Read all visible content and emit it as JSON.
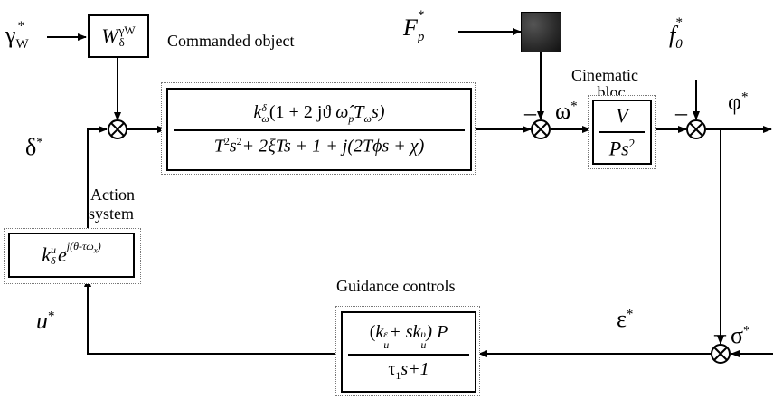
{
  "signals": {
    "gamma_w": "γ",
    "gamma_w_sub": "W",
    "star": "*",
    "delta": "δ",
    "fp": "F",
    "fp_sub": "p",
    "f0": "f",
    "f0_sub": "0",
    "omega": "ω",
    "phi": "φ",
    "sigma": "σ",
    "epsilon": "ε",
    "u": "u",
    "minus": "–"
  },
  "blocks": {
    "w_delta": {
      "base": "W",
      "sub": "δ",
      "sup": "γW"
    },
    "commanded_object": {
      "caption": "Commanded object",
      "numerator": "k",
      "num_sub": "ω",
      "num_sup": "δ",
      "num_rest_1": "(1 + 2 jϑ ",
      "num_hat": "ω̂",
      "num_hat_sub": "p",
      "num_rest_2": "T",
      "num_t_sub": "ω",
      "num_rest_3": "s)",
      "den_1": "T",
      "den_1_sup": "2",
      "den_2": "s",
      "den_2_sup": "2",
      "den_rest": "+ 2ξTs + 1 + j(2Tϕs + χ)"
    },
    "cinematic": {
      "caption_line1": "Cinematic",
      "caption_line2": "bloc",
      "numerator": "V",
      "den_base": "Ps",
      "den_sup": "2"
    },
    "action_system": {
      "caption_line1": "Action",
      "caption_line2": "system",
      "base": "k",
      "base_sub": "δ",
      "base_sup": "u",
      "exp_base": "e",
      "exp_sup": "j(θ-τω",
      "exp_sup_sub": "x",
      "exp_sup_end": ")"
    },
    "guidance": {
      "caption": "Guidance controls",
      "num_1": "(k",
      "num_1_sub": "u",
      "num_1_sup": "ε",
      "num_2": "+ sk",
      "num_2_sub": "u",
      "num_2_sup": "υ",
      "num_3": ") P",
      "den_base": "τ",
      "den_sub": "1",
      "den_rest": "s+1"
    }
  }
}
